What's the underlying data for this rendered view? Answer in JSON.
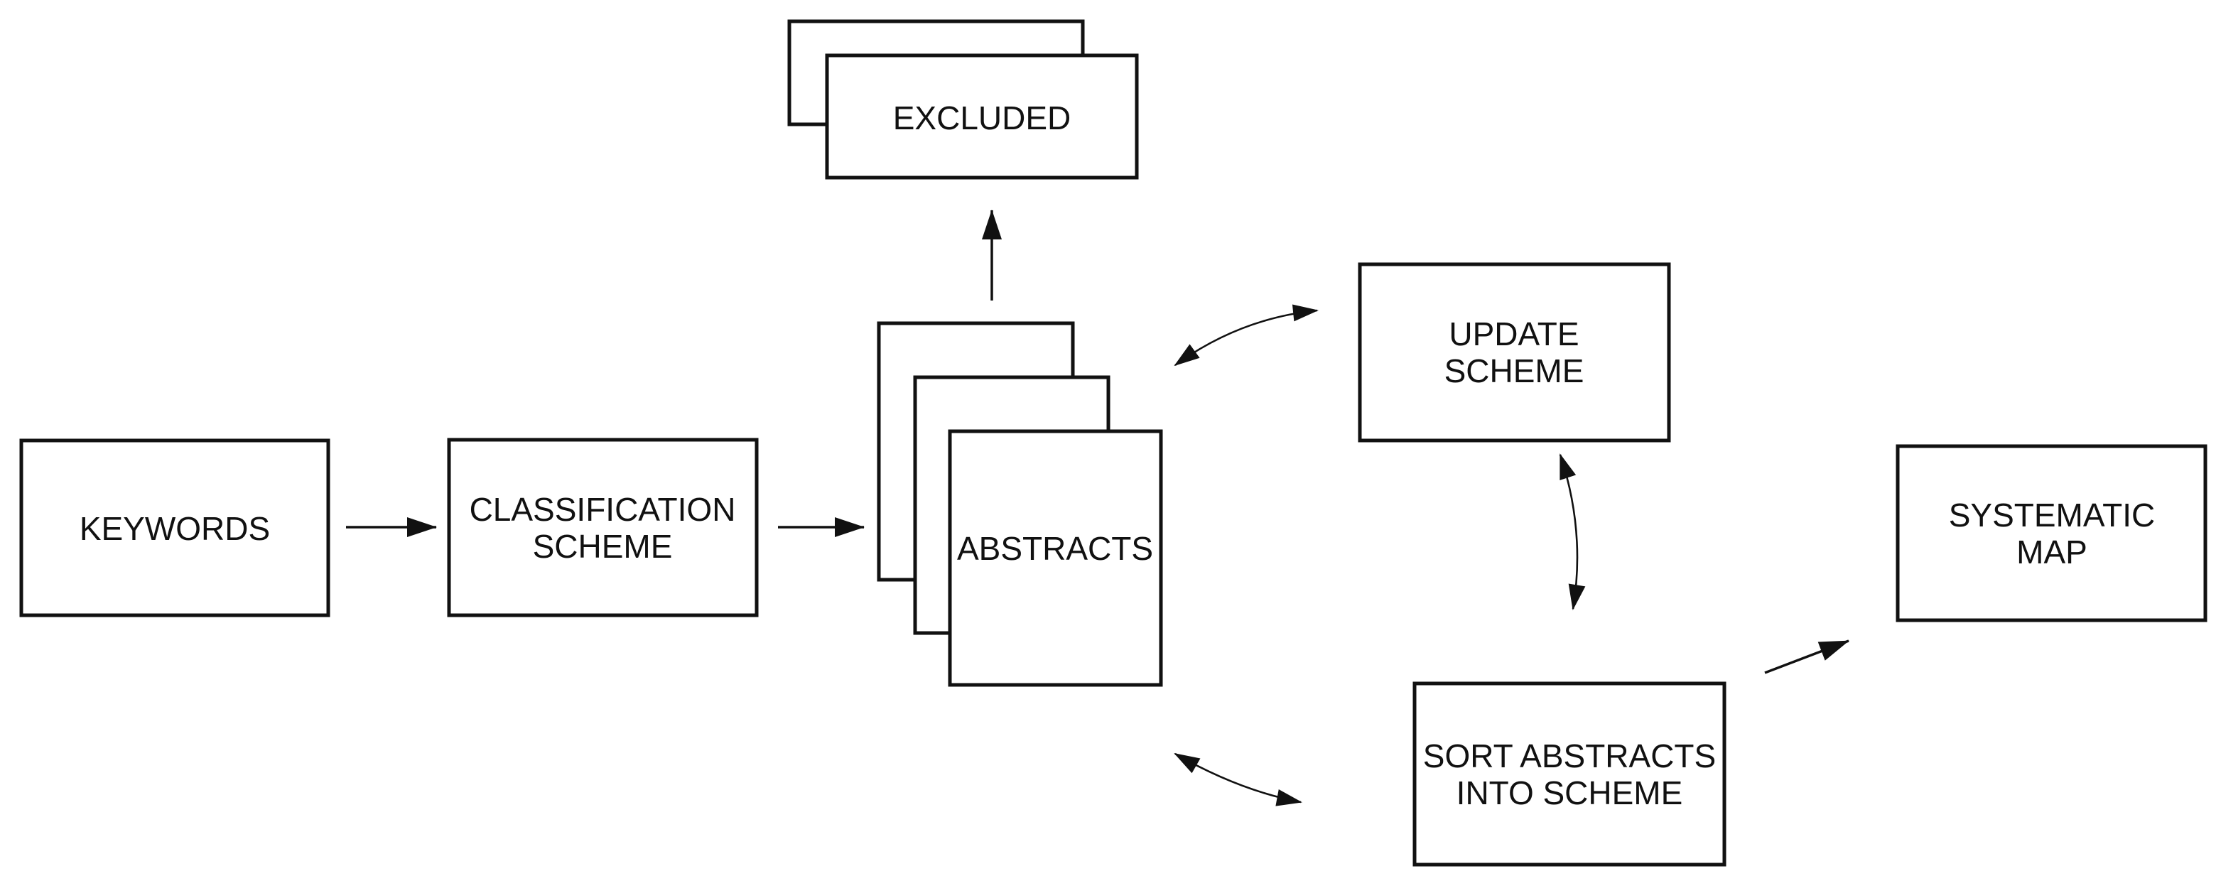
{
  "diagram": {
    "boxes": {
      "keywords": {
        "label": "KEYWORDS"
      },
      "classification": {
        "line1": "CLASSIFICATION",
        "line2": "SCHEME"
      },
      "update": {
        "line1": "UPDATE",
        "line2": "SCHEME"
      },
      "sort": {
        "line1": "SORT ABSTRACTS",
        "line2": "INTO SCHEME"
      },
      "systematic_map": {
        "line1": "SYSTEMATIC",
        "line2": "MAP"
      },
      "excluded": {
        "label": "EXCLUDED"
      },
      "abstracts": {
        "label": "ABSTRACTS"
      }
    },
    "colors": {
      "stroke": "#111111",
      "background": "#ffffff",
      "text": "#111111"
    }
  }
}
